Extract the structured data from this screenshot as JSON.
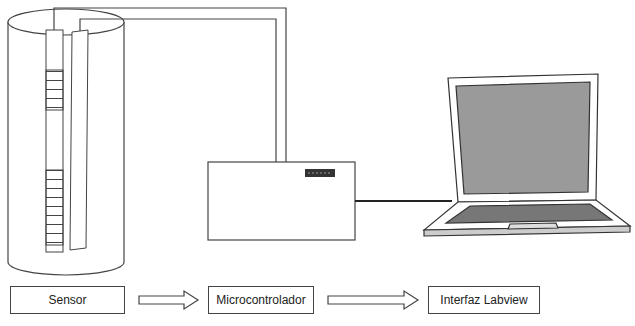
{
  "diagram": {
    "nodes": [
      {
        "text": [
          "Sensor"
        ]
      },
      {
        "text": [
          "Microcontrolador"
        ]
      },
      {
        "text": [
          "Interfaz Labview"
        ]
      }
    ],
    "edges": [
      {
        "from": 0,
        "to": 1,
        "arrow": "to"
      },
      {
        "from": 1,
        "to": 2,
        "arrow": "to"
      }
    ]
  }
}
